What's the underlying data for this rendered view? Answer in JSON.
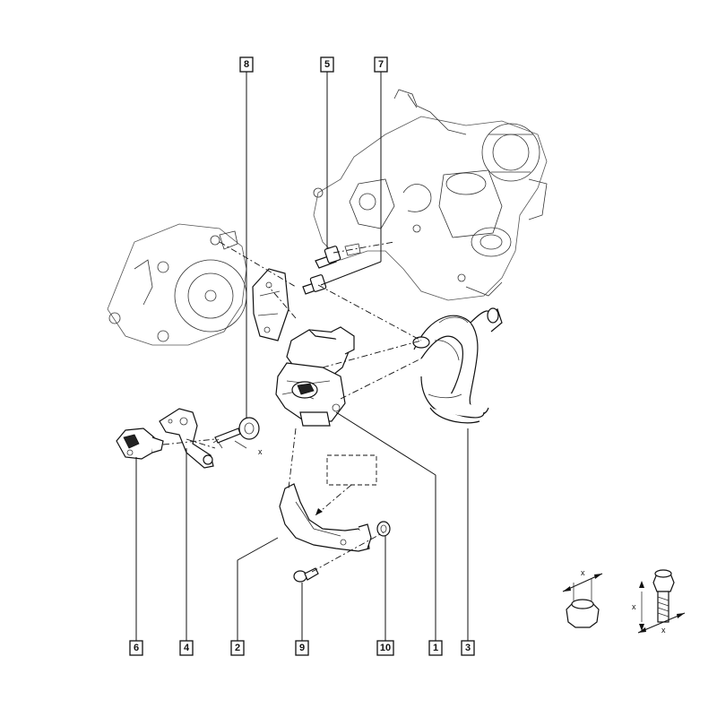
{
  "callouts": {
    "c1": "1",
    "c2": "2",
    "c3": "3",
    "c4": "4",
    "c5": "5",
    "c6": "6",
    "c7": "7",
    "c8": "8",
    "c9": "9",
    "c10": "10"
  },
  "dimension_marks": {
    "bolt_8": "x",
    "nut_legend": "x",
    "bolt_legend_side": "x",
    "bolt_legend_bottom": "x"
  }
}
